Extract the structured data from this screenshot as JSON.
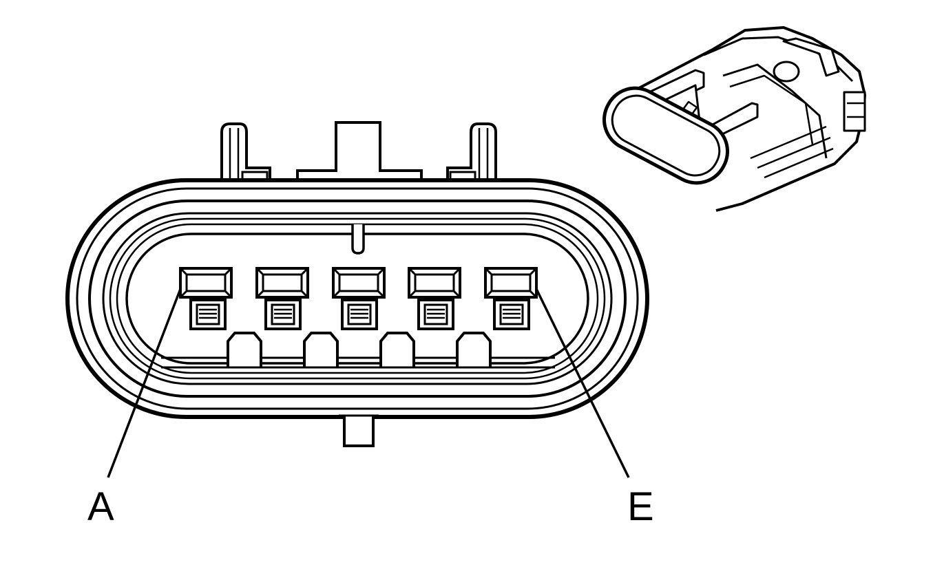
{
  "diagram": {
    "pin_labels": {
      "first": "A",
      "last": "E"
    },
    "terminal_count": 5,
    "colors": {
      "ink": "#000000",
      "paper": "#ffffff"
    }
  }
}
